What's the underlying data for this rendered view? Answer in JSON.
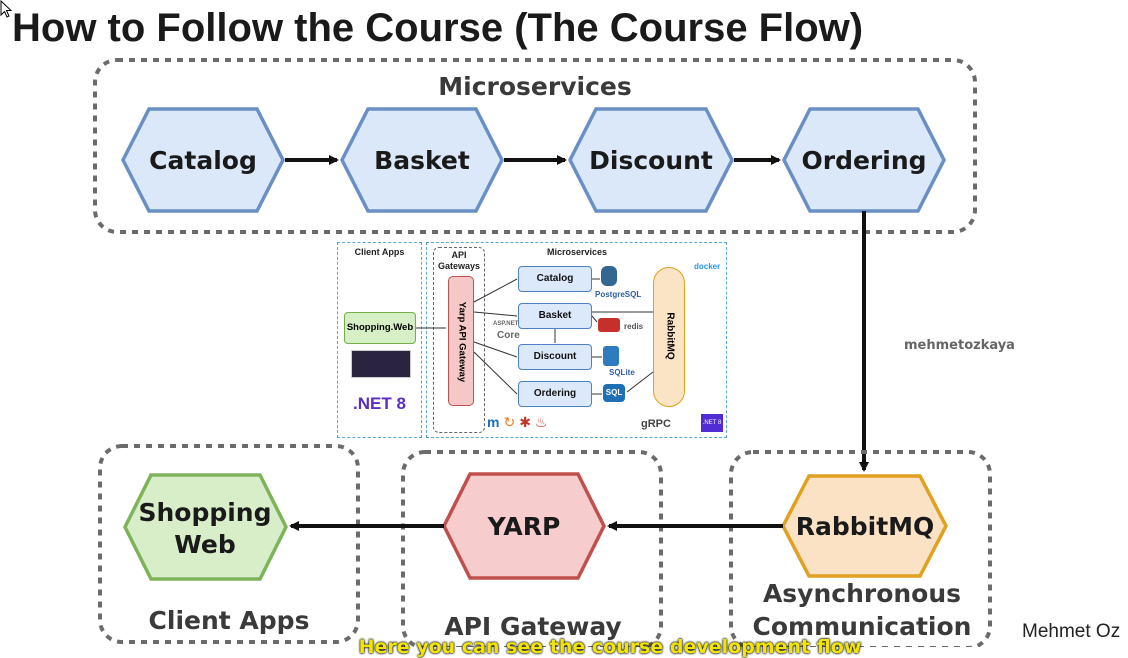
{
  "title": "How to Follow the Course (The Course Flow)",
  "microservices_group": {
    "label": "Microservices",
    "services": [
      "Catalog",
      "Basket",
      "Discount",
      "Ordering"
    ]
  },
  "bottom_groups": {
    "client_apps": {
      "label": "Client Apps",
      "node_line1": "Shopping",
      "node_line2": "Web"
    },
    "api_gateway": {
      "label": "API Gateway",
      "node": "YARP"
    },
    "async": {
      "label_line1": "Asynchronous",
      "label_line2": "Communication",
      "node": "RabbitMQ"
    }
  },
  "watermark": "mehmetozkaya",
  "author": "Mehmet Oz",
  "subtitle": "Here you can see the course development flow",
  "thumbnail": {
    "client_apps": "Client Apps",
    "api_gateways_line1": "API",
    "api_gateways_line2": "Gateways",
    "microservices": "Microservices",
    "shopping_web": "Shopping.Web",
    "yarp_gateway": "Yarp API Gateway",
    "services": [
      "Catalog",
      "Basket",
      "Discount",
      "Ordering"
    ],
    "rabbitmq": "RabbitMQ",
    "net8": ".NET 8",
    "docker": "docker",
    "postgresql": "PostgreSQL",
    "redis": "redis",
    "sqlite": "SQLite",
    "sql": "SQL",
    "grpc": "gRPC",
    "aspnet_line1": "ASP.NET",
    "aspnet_line2": "Core",
    "net8_badge": ".NET 8"
  },
  "colors": {
    "service_fill": "#dbe8fa",
    "service_stroke": "#6a8fc4",
    "client_fill": "#d7eec8",
    "client_stroke": "#7fb35a",
    "gateway_fill": "#f6cccc",
    "gateway_stroke": "#c0504d",
    "mq_fill": "#fbe2c4",
    "mq_stroke": "#e0a020",
    "dashed": "#6b6b6b",
    "arrow": "#111111",
    "subtitle": "#f2e600"
  }
}
